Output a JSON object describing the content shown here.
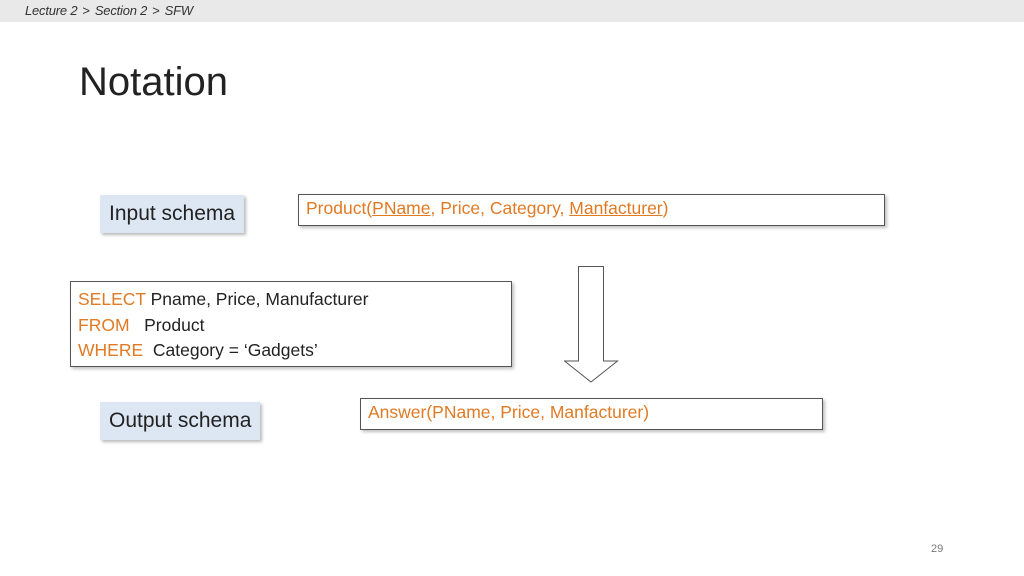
{
  "breadcrumb": [
    "Lecture 2",
    ">",
    "Section 2",
    ">",
    "SFW"
  ],
  "slide": {
    "title": "Notation",
    "page_number": "29"
  },
  "input": {
    "label": "Input schema",
    "schema_prefix": "Product(",
    "key1": "PName",
    "middle": ", Price, Category, ",
    "key2": "Manfacturer",
    "suffix": ")"
  },
  "query": {
    "select_kw": "SELECT",
    "select_text": " Pname, Price, Manufacturer",
    "from_kw": "FROM",
    "from_text": "Product",
    "where_kw": "WHERE",
    "where_text": "Category = ‘Gadgets’"
  },
  "output": {
    "label": "Output schema",
    "schema": "Answer(PName, Price, Manfacturer)"
  },
  "colors": {
    "accent": "#e07a24",
    "label_box_fill": "#dde7f3",
    "header_bar": "#e9e9e9"
  },
  "icons": {
    "arrow": "down-arrow-icon"
  }
}
